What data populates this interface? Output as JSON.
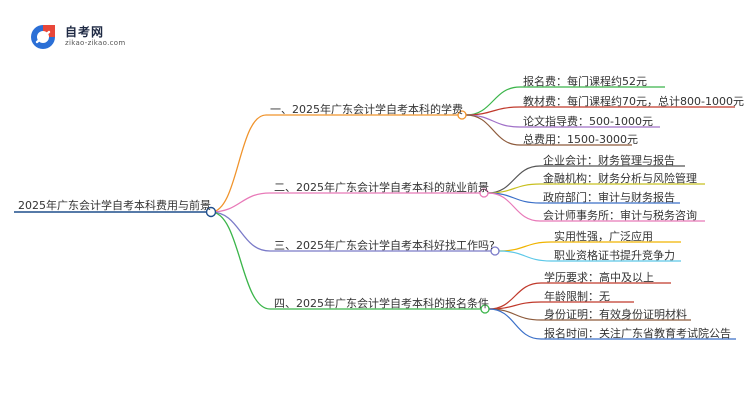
{
  "logo": {
    "title": "自考网",
    "subtitle": "zikao-zikao.com",
    "colors": {
      "red": "#e8473a",
      "blue": "#2b6fd6",
      "text": "#1f2a44"
    }
  },
  "mindmap": {
    "root": "2025年广东会计学自考本科费用与前景",
    "branches": [
      {
        "label": "一、2025年广东会计学自考本科的学费",
        "color": "#f0932b",
        "leaves": [
          {
            "label": "报名费：每门课程约52元",
            "color": "#3bb54a"
          },
          {
            "label": "教材费：每门课程约70元，总计800-1000元",
            "color": "#c0392b"
          },
          {
            "label": "论文指导费：500-1000元",
            "color": "#a070c8"
          },
          {
            "label": "总费用：1500-3000元",
            "color": "#8d5a3b"
          }
        ]
      },
      {
        "label": "二、2025年广东会计学自考本科的就业前景",
        "color": "#e879b8",
        "leaves": [
          {
            "label": "企业会计：财务管理与报告",
            "color": "#555555"
          },
          {
            "label": "金融机构：财务分析与风险管理",
            "color": "#c8c020"
          },
          {
            "label": "政府部门：审计与财务报告",
            "color": "#3a6fc8"
          },
          {
            "label": "会计师事务所：审计与税务咨询",
            "color": "#e879b8"
          }
        ]
      },
      {
        "label": "三、2025年广东会计学自考本科好找工作吗?",
        "color": "#7a7ac8",
        "leaves": [
          {
            "label": "实用性强，广泛应用",
            "color": "#f0b400"
          },
          {
            "label": "职业资格证书提升竞争力",
            "color": "#5cc8e8"
          }
        ]
      },
      {
        "label": "四、2025年广东会计学自考本科的报名条件",
        "color": "#3bb54a",
        "leaves": [
          {
            "label": "学历要求：高中及以上",
            "color": "#c0392b"
          },
          {
            "label": "年龄限制：无",
            "color": "#c0392b"
          },
          {
            "label": "身份证明：有效身份证明材料",
            "color": "#8d5a3b"
          },
          {
            "label": "报名时间：关注广东省教育考试院公告",
            "color": "#3a6fc8"
          }
        ]
      }
    ],
    "root_color": "#1f4e8c"
  }
}
